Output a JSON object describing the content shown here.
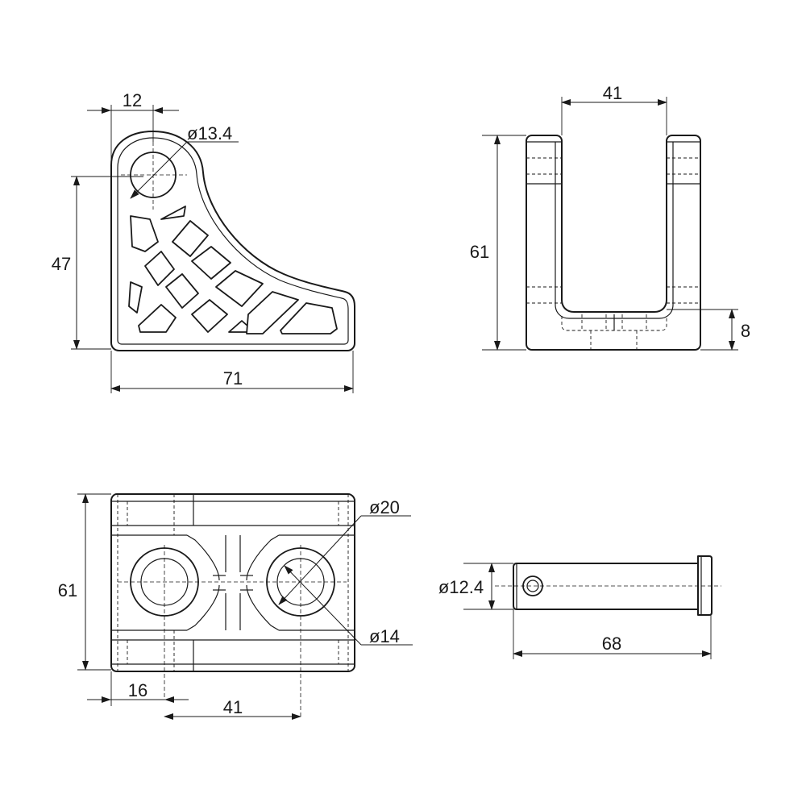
{
  "views": {
    "side": {
      "dim_top": "12",
      "dim_hole": "ø13.4",
      "dim_height": "47",
      "dim_width": "71"
    },
    "front": {
      "dim_slot": "41",
      "dim_height": "61",
      "dim_base": "8"
    },
    "top": {
      "dim_outer_dia": "ø20",
      "dim_height": "61",
      "dim_inner_dia": "ø14",
      "dim_edge": "16",
      "dim_pitch": "41"
    },
    "pin": {
      "dim_dia": "ø12.4",
      "dim_length": "68"
    }
  }
}
